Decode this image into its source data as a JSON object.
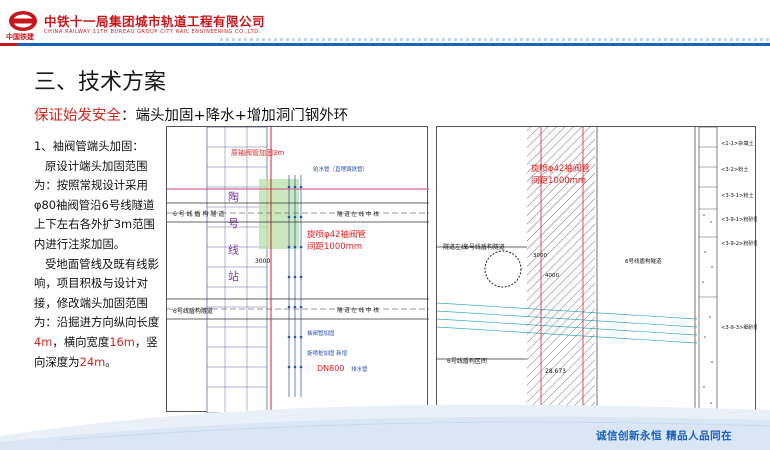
{
  "header": {
    "company_cn": "中铁十一局集团城市轨道工程有限公司",
    "company_en": "CHINA RAILWAY 11TH BUREAU GROUP CITY RAIL ENGINEERING CO.,LTD.",
    "logo_text": "CRCC",
    "logo_sub": "中国铁建"
  },
  "title": "三、技术方案",
  "subtitle": {
    "red": "保证始发安全",
    "black": "：端头加固+降水+增加洞门钢外环"
  },
  "body": {
    "heading": "1、袖阀管端头加固：",
    "p1": "原设计端头加固范围为：按照常规设计采用φ80袖阀管沿6号线隧道上下左右各外扩3m范围内进行注浆加固。",
    "p2_a": "受地面管线及既有线影响，项目积极与设计对接，修改端头加固范围为：沿掘进方向纵向长度",
    "p2_len": "4m",
    "p2_b": "，横向宽度",
    "p2_wid": "16m",
    "p2_c": "，竖向深度为",
    "p2_dep": "24m",
    "p2_end": "。"
  },
  "drawing_a": {
    "lbl_top": "原袖阀管加固3m",
    "lbl_pipe": "给水管（直埋铸铁管）",
    "lbl_tunnel1": "6 号 线 盾 构 隧 道",
    "lbl_tunnel2": "6号线盾构隧道",
    "lbl_axis": "隧 道 左 线 中 线",
    "lbl_grout": "袖阀管加固",
    "lbl_pile": "旋喷φ42袖阀管",
    "lbl_pile2": "间距1000mm",
    "lbl_bottom": "旋喷桩加固  新增",
    "lbl_dn": "DN800",
    "lbl_dn2": "排水管",
    "lbl_num": "3000",
    "lbl_station": "陶 号 线 站"
  },
  "drawing_b": {
    "lbl_pile": "旋喷φ42袖阀管",
    "lbl_pile2": "间距1000mm",
    "lbl_tunnel": "6号线盾构隧道",
    "lbl_left": "隧道左线",
    "lbl_base": "6号线盾构区间",
    "lbl_elev": "28.673",
    "lbl_num": "3000",
    "lbl_num2": "4000",
    "soil_layers": [
      "<1-1>杂填土",
      "<3-2>粉土",
      "<3-3-1>粉土",
      "<3-9-1>粉砂层",
      "<3-9-2>粉砂层",
      "<3-9-3>细砂层"
    ]
  },
  "footer": {
    "slogan": "诚信创新永恒    精品人品同在"
  }
}
